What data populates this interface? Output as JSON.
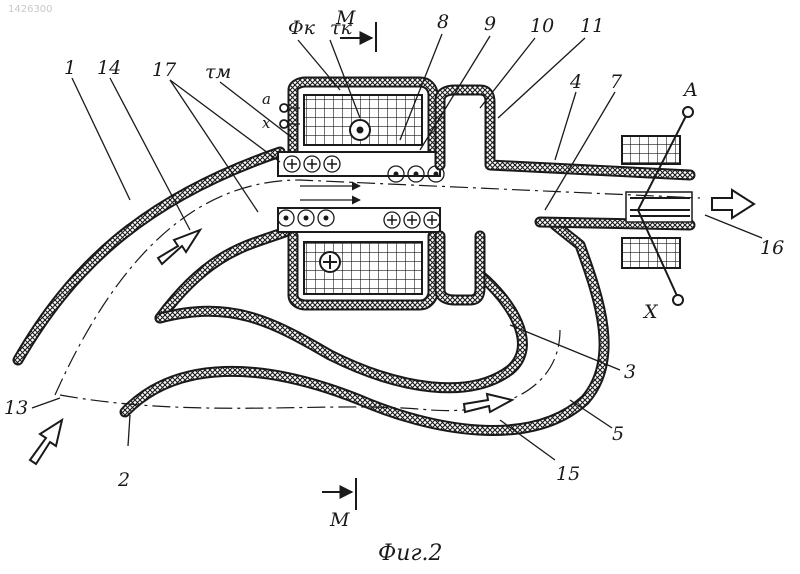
{
  "watermark": "1426300",
  "caption": "Фиг.2",
  "labels": {
    "n1": "1",
    "n2": "2",
    "n3": "3",
    "n4": "4",
    "n5": "5",
    "n7": "7",
    "n8": "8",
    "n9": "9",
    "n10": "10",
    "n11": "11",
    "n13": "13",
    "n14": "14",
    "n15": "15",
    "n16": "16",
    "n17": "17",
    "phi_k": "Φк",
    "tau_k": "τк",
    "tau_m": "τм",
    "m_top": "M",
    "m_bottom": "M",
    "a": "a",
    "x_left": "x",
    "A": "A",
    "X": "X"
  },
  "colors": {
    "ink": "#1a1a1a",
    "paper": "#ffffff",
    "hatch": "#1a1a1a"
  }
}
